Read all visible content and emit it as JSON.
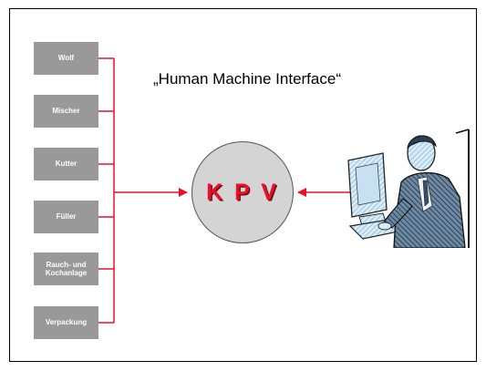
{
  "title": "„Human Machine Interface“",
  "center_node": {
    "label": "K P V"
  },
  "machines": [
    {
      "label": "Wolf"
    },
    {
      "label": "Mischer"
    },
    {
      "label": "Kutter"
    },
    {
      "label": "Füller"
    },
    {
      "label": "Rauch- und\nKochanlage"
    },
    {
      "label": "Verpackung"
    }
  ],
  "colors": {
    "connector": "#e8112a",
    "machine_box": "#999999",
    "circle_fill": "#d4d4d4"
  },
  "icons": [
    "operator-at-computer-clipart"
  ]
}
